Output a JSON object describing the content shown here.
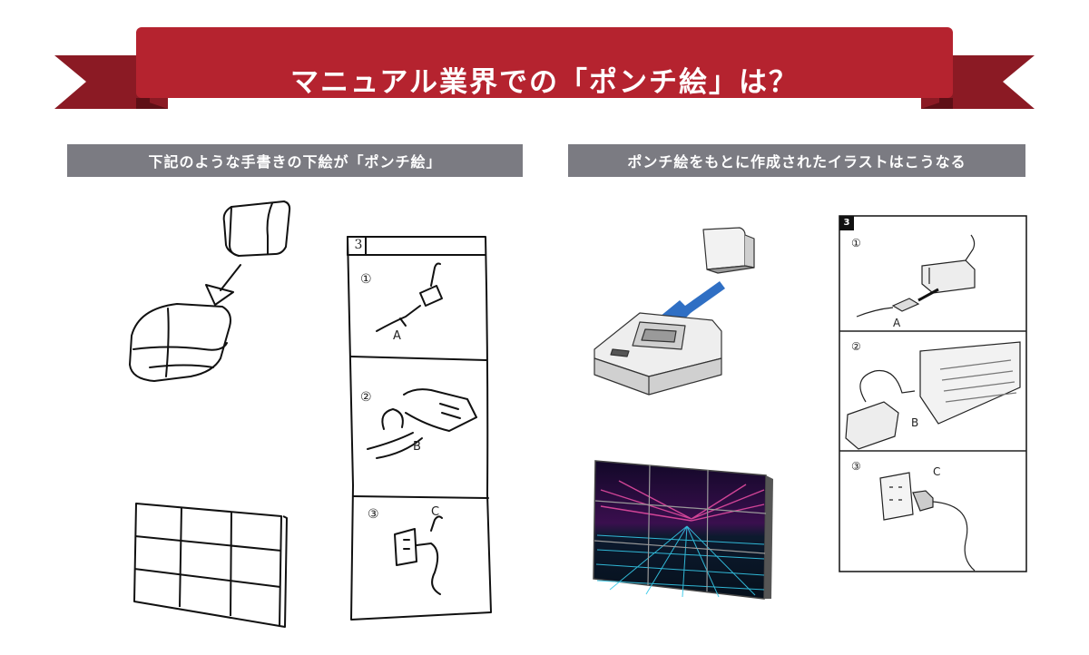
{
  "banner": {
    "title": "マニュアル業界での「ポンチ絵」は？"
  },
  "left_section": {
    "header": "下記のような手書きの下絵が「ポンチ絵」"
  },
  "right_section": {
    "header": "ポンチ絵をもとに作成されたイラストはこうなる"
  },
  "sketch_steps": {
    "page_number": "3",
    "steps": [
      {
        "number": "①",
        "label": "A"
      },
      {
        "number": "②",
        "label": "B"
      },
      {
        "number": "③",
        "label": "C"
      }
    ]
  },
  "illustration_steps": {
    "page_number": "3",
    "steps": [
      {
        "number": "①",
        "label": "A"
      },
      {
        "number": "②",
        "label": "B"
      },
      {
        "number": "③",
        "label": "C"
      }
    ]
  },
  "colors": {
    "banner_red": "#b5232f",
    "banner_dark": "#8b1a24",
    "header_gray": "#7b7b82",
    "arrow_blue": "#2f6fc4"
  }
}
